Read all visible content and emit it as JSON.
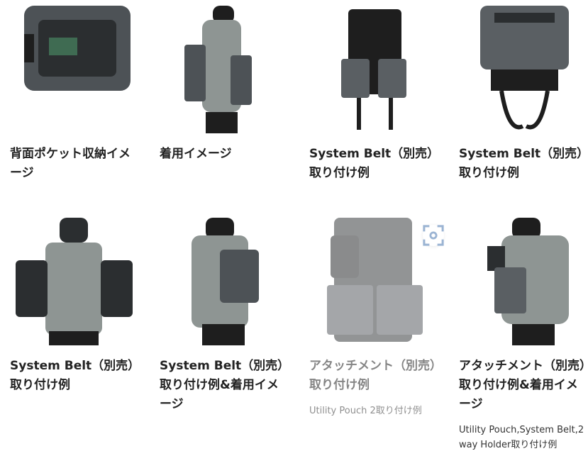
{
  "items": [
    {
      "caption": "背面ポケット収納イメージ",
      "sub": ""
    },
    {
      "caption": "着用イメージ",
      "sub": ""
    },
    {
      "caption": "System Belt（別売）取り付け例",
      "sub": ""
    },
    {
      "caption": "System Belt（別売）取り付け例",
      "sub": ""
    },
    {
      "caption": "System Belt（別売）取り付け例",
      "sub": ""
    },
    {
      "caption": "System Belt（別売）取り付け例&着用イメージ",
      "sub": ""
    },
    {
      "caption": "アタッチメント（別売）取り付け例",
      "sub": "Utility Pouch 2取り付け例"
    },
    {
      "caption": "アタッチメント（別売）取り付け例&着用イメージ",
      "sub": "Utility Pouch,System Belt,2way Holder取り付け例"
    }
  ],
  "colors": {
    "vest": "#5a5f63",
    "jacket": "#8e9593",
    "dark": "#1e1e1e"
  }
}
